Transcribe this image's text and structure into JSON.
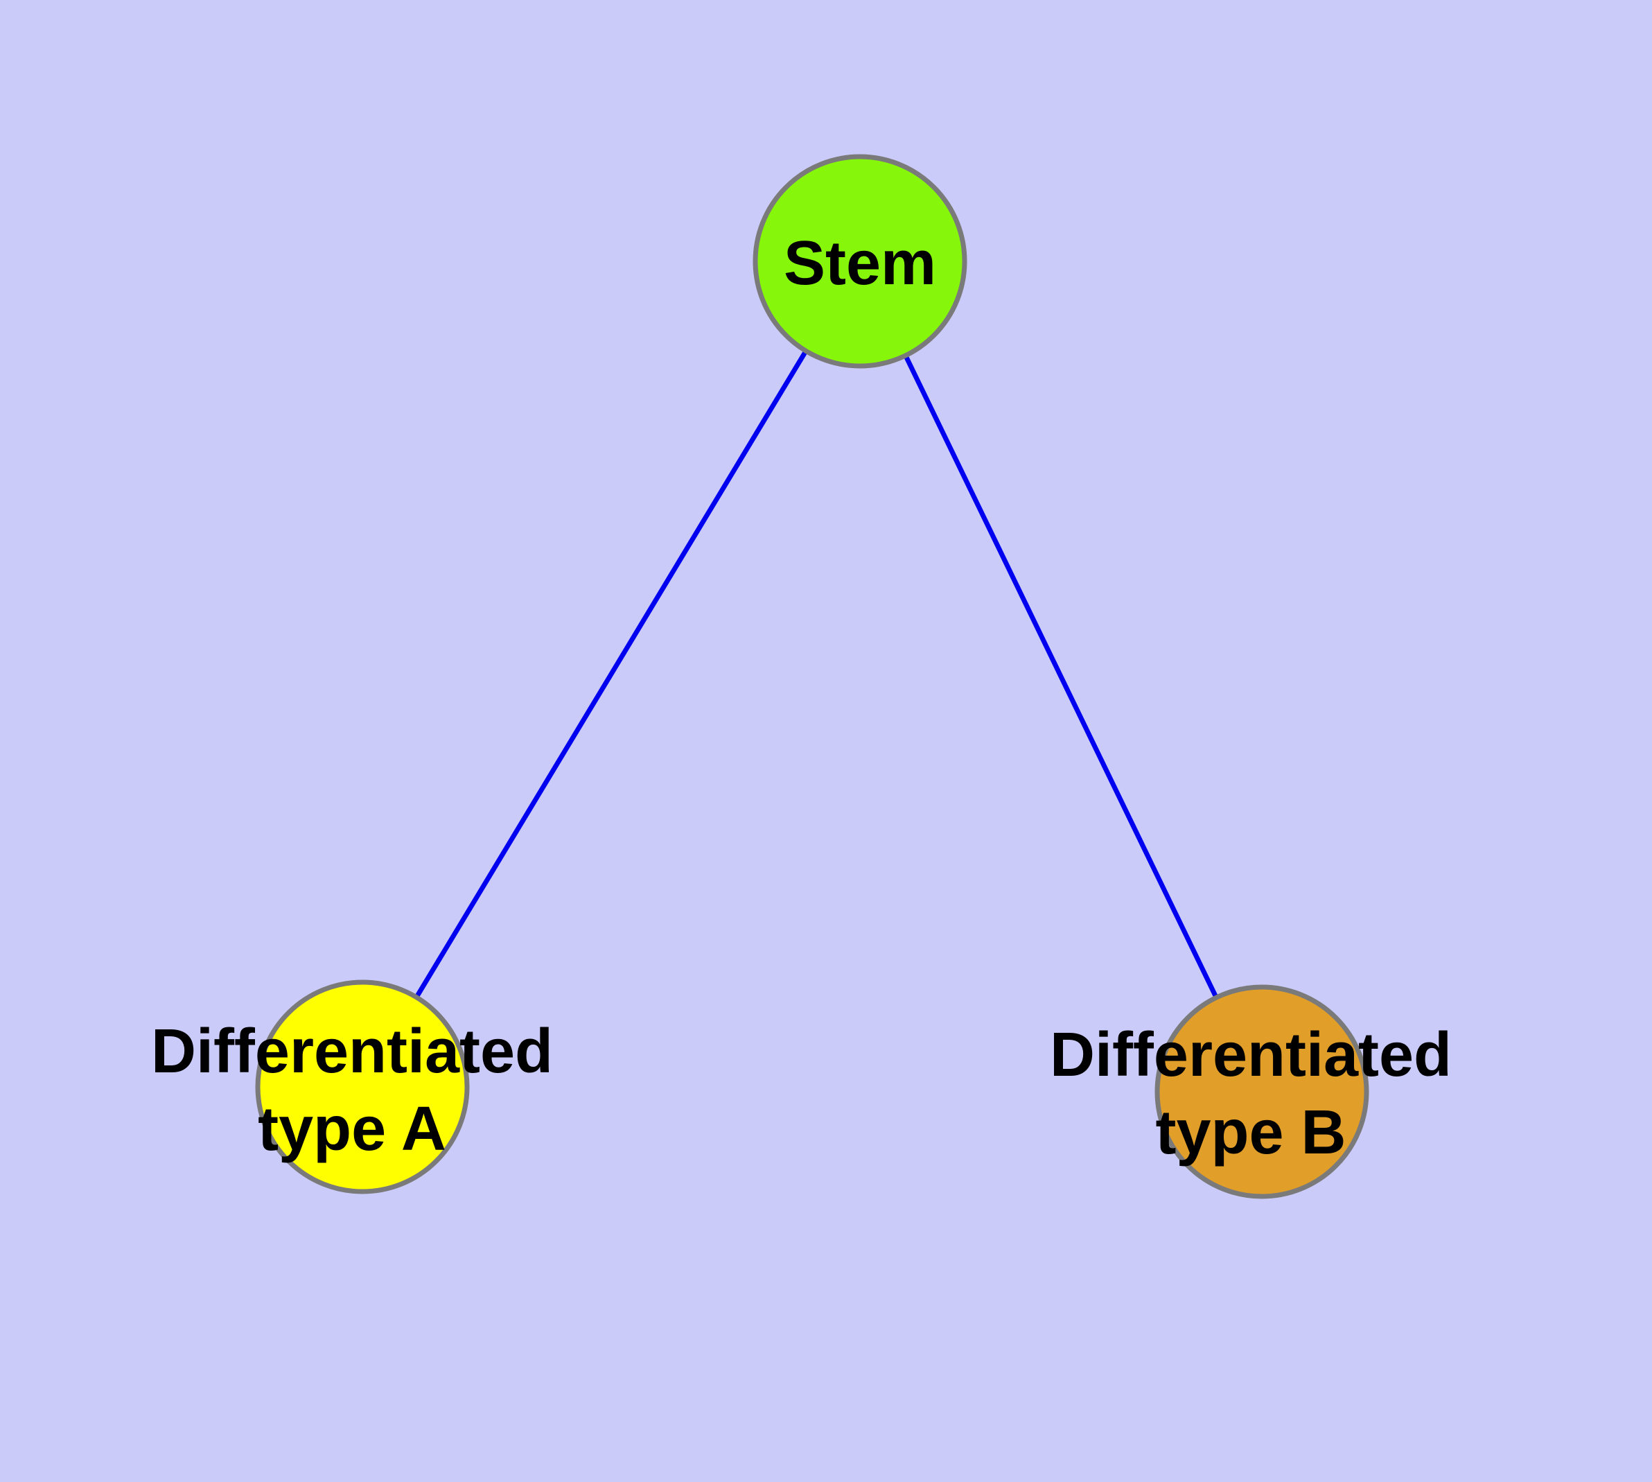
{
  "diagram": {
    "type": "node-link-graph",
    "background_color": "#CBCBF9",
    "edge_color": "#0000F0",
    "node_border_color": "#7A7A7A",
    "label_color": "#000000",
    "nodes": [
      {
        "id": "stem",
        "label_line1": "Stem",
        "label_line2": "",
        "fill": "#86F60A"
      },
      {
        "id": "type-a",
        "label_line1": "Differentiated",
        "label_line2": "type A",
        "fill": "#FFFF00"
      },
      {
        "id": "type-b",
        "label_line1": "Differentiated",
        "label_line2": "type B",
        "fill": "#E19E28"
      }
    ],
    "edges": [
      {
        "from": "Stem",
        "to": "Differentiated type A"
      },
      {
        "from": "Stem",
        "to": "Differentiated type B"
      }
    ]
  }
}
